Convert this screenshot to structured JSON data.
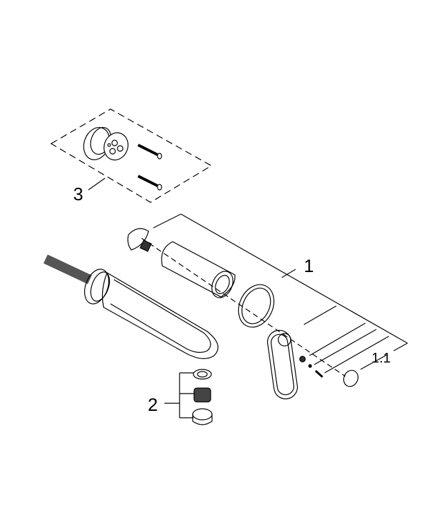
{
  "diagram": {
    "type": "exploded-parts-view",
    "subject": "wall-mounted basin spout assembly",
    "callouts": [
      {
        "id": "1",
        "label": "1",
        "description": "spout assembly with sleeve, rosette and lever plate"
      },
      {
        "id": "1.1",
        "label": "1.1",
        "description": "cap / screw set"
      },
      {
        "id": "2",
        "label": "2",
        "description": "aerator set (washer, insert, housing)"
      },
      {
        "id": "3",
        "label": "3",
        "description": "mounting flange with two screws (dashed box)"
      }
    ],
    "colors": {
      "line": "#000000",
      "background": "#ffffff"
    }
  }
}
